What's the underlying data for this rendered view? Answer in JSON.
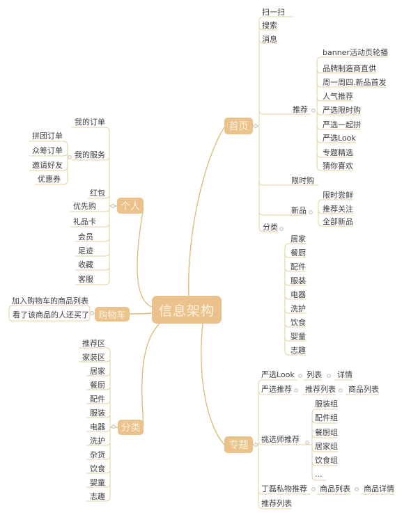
{
  "colors": {
    "background": "#FFFFFF",
    "node_fill": "#EBC28C",
    "node_text": "#FBF1DD",
    "line": "#D9C07A",
    "underline": "#E3D2A0",
    "text": "#3D3D3D",
    "dot_fill": "#F4F2ED",
    "dot_stroke": "#C6C4BE"
  },
  "root": {
    "label": "信息架构"
  },
  "home": {
    "label": "首页",
    "tools": [
      "扫一扫",
      "搜索",
      "消息"
    ],
    "recommend": {
      "label": "推荐",
      "children": [
        "banner活动页轮播",
        "品牌制造商直供",
        "周一周四.新品首发",
        "人气推荐",
        "严选限时购",
        "严选一起拼",
        "严选Look",
        "专题精选",
        "猜你喜欢"
      ]
    },
    "flash_sale": {
      "label": "限时购"
    },
    "new_products": {
      "label": "新品",
      "children": [
        "限时尝鲜",
        "推荐关注",
        "全部新品"
      ]
    },
    "categories": {
      "label": "分类",
      "children": [
        "居家",
        "餐厨",
        "配件",
        "服装",
        "电器",
        "洗护",
        "饮食",
        "婴童",
        "志趣"
      ]
    }
  },
  "personal": {
    "label": "个人",
    "my_orders": "我的订单",
    "my_services": {
      "label": "我的服务",
      "children": [
        "拼团订单",
        "众筹订单",
        "邀请好友",
        "优惠券"
      ]
    },
    "items": [
      "红包",
      "优先购",
      "礼品卡",
      "会员",
      "足迹",
      "收藏",
      "客服"
    ]
  },
  "cart": {
    "label": "购物车",
    "children": [
      "加入购物车的商品列表",
      "看了该商品的人还买了"
    ]
  },
  "category_page": {
    "label": "分类",
    "children": [
      "推荐区",
      "家装区",
      "居家",
      "餐厨",
      "配件",
      "服装",
      "电器",
      "洗护",
      "杂货",
      "饮食",
      "婴童",
      "志趣"
    ]
  },
  "topics_page": {
    "label": "专题",
    "yanxuan_look": {
      "label": "严选Look",
      "flow": [
        "列表",
        "详情"
      ]
    },
    "yanxuan_recommend": {
      "label": "严选推荐",
      "flow": [
        "推荐列表",
        "商品列表"
      ]
    },
    "picker_recommend": {
      "label": "挑选师推荐",
      "children": [
        "服装组",
        "配件组",
        "餐厨组",
        "居家组",
        "饮食组",
        "..."
      ]
    },
    "dinglei_recommend": {
      "label": "丁磊私物推荐",
      "flow": [
        "商品列表",
        "商品详情"
      ]
    },
    "recommend_list": {
      "label": "推荐列表"
    }
  }
}
